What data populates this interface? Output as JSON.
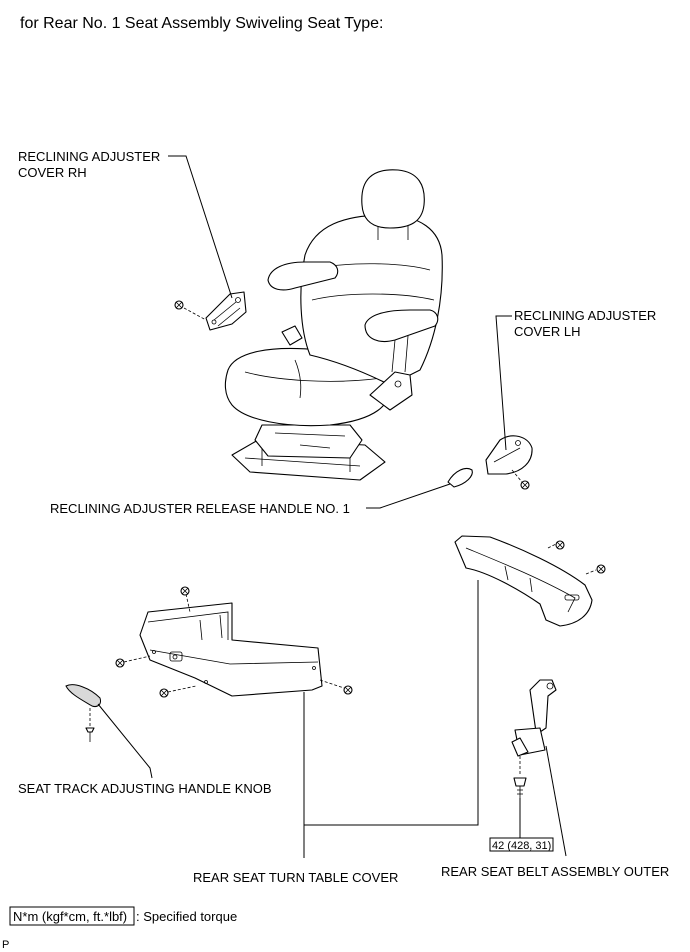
{
  "title": "for Rear No. 1 Seat Assembly Swiveling Seat Type:",
  "labels": {
    "reclining_cover_rh_line1": "RECLINING ADJUSTER",
    "reclining_cover_rh_line2": "COVER RH",
    "reclining_cover_lh_line1": "RECLINING ADJUSTER",
    "reclining_cover_lh_line2": "COVER LH",
    "release_handle": "RECLINING ADJUSTER RELEASE HANDLE NO. 1",
    "seat_track_knob": "SEAT TRACK ADJUSTING HANDLE KNOB",
    "turn_table_cover": "REAR SEAT TURN TABLE COVER",
    "seat_belt_outer": "REAR SEAT BELT ASSEMBLY OUTER"
  },
  "torque": {
    "value": "42 (428, 31)"
  },
  "legend": {
    "box_text": "N*m (kgf*cm, ft.*lbf)",
    "description": ": Specified torque"
  },
  "corner_mark": "P"
}
